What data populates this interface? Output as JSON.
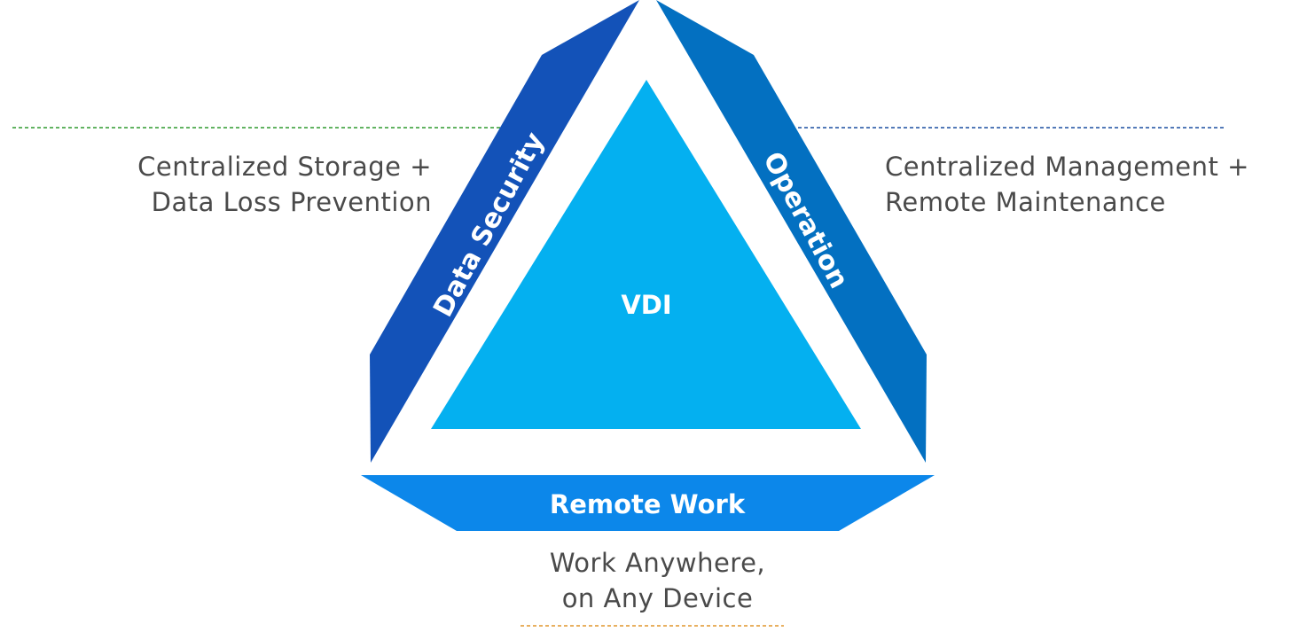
{
  "diagram": {
    "center_label": "VDI",
    "left_band": {
      "label": "Data Security",
      "description": [
        "Centralized Storage +",
        "Data Loss Prevention"
      ]
    },
    "right_band": {
      "label": "Operation",
      "description": [
        "Centralized Management +",
        "Remote Maintenance"
      ]
    },
    "bottom_band": {
      "label": "Remote Work",
      "description": [
        "Work Anywhere,",
        "on Any Device"
      ]
    }
  },
  "colors": {
    "center_fill": "#04b0f0",
    "left_band": "#1352b8",
    "right_band": "#0370c1",
    "bottom_band": "#0c87ea",
    "left_line": "#2e9a2e",
    "right_line": "#1a4fa0",
    "bottom_line": "#e0962b",
    "description_text": "#4a4a4a",
    "band_text": "#ffffff"
  }
}
